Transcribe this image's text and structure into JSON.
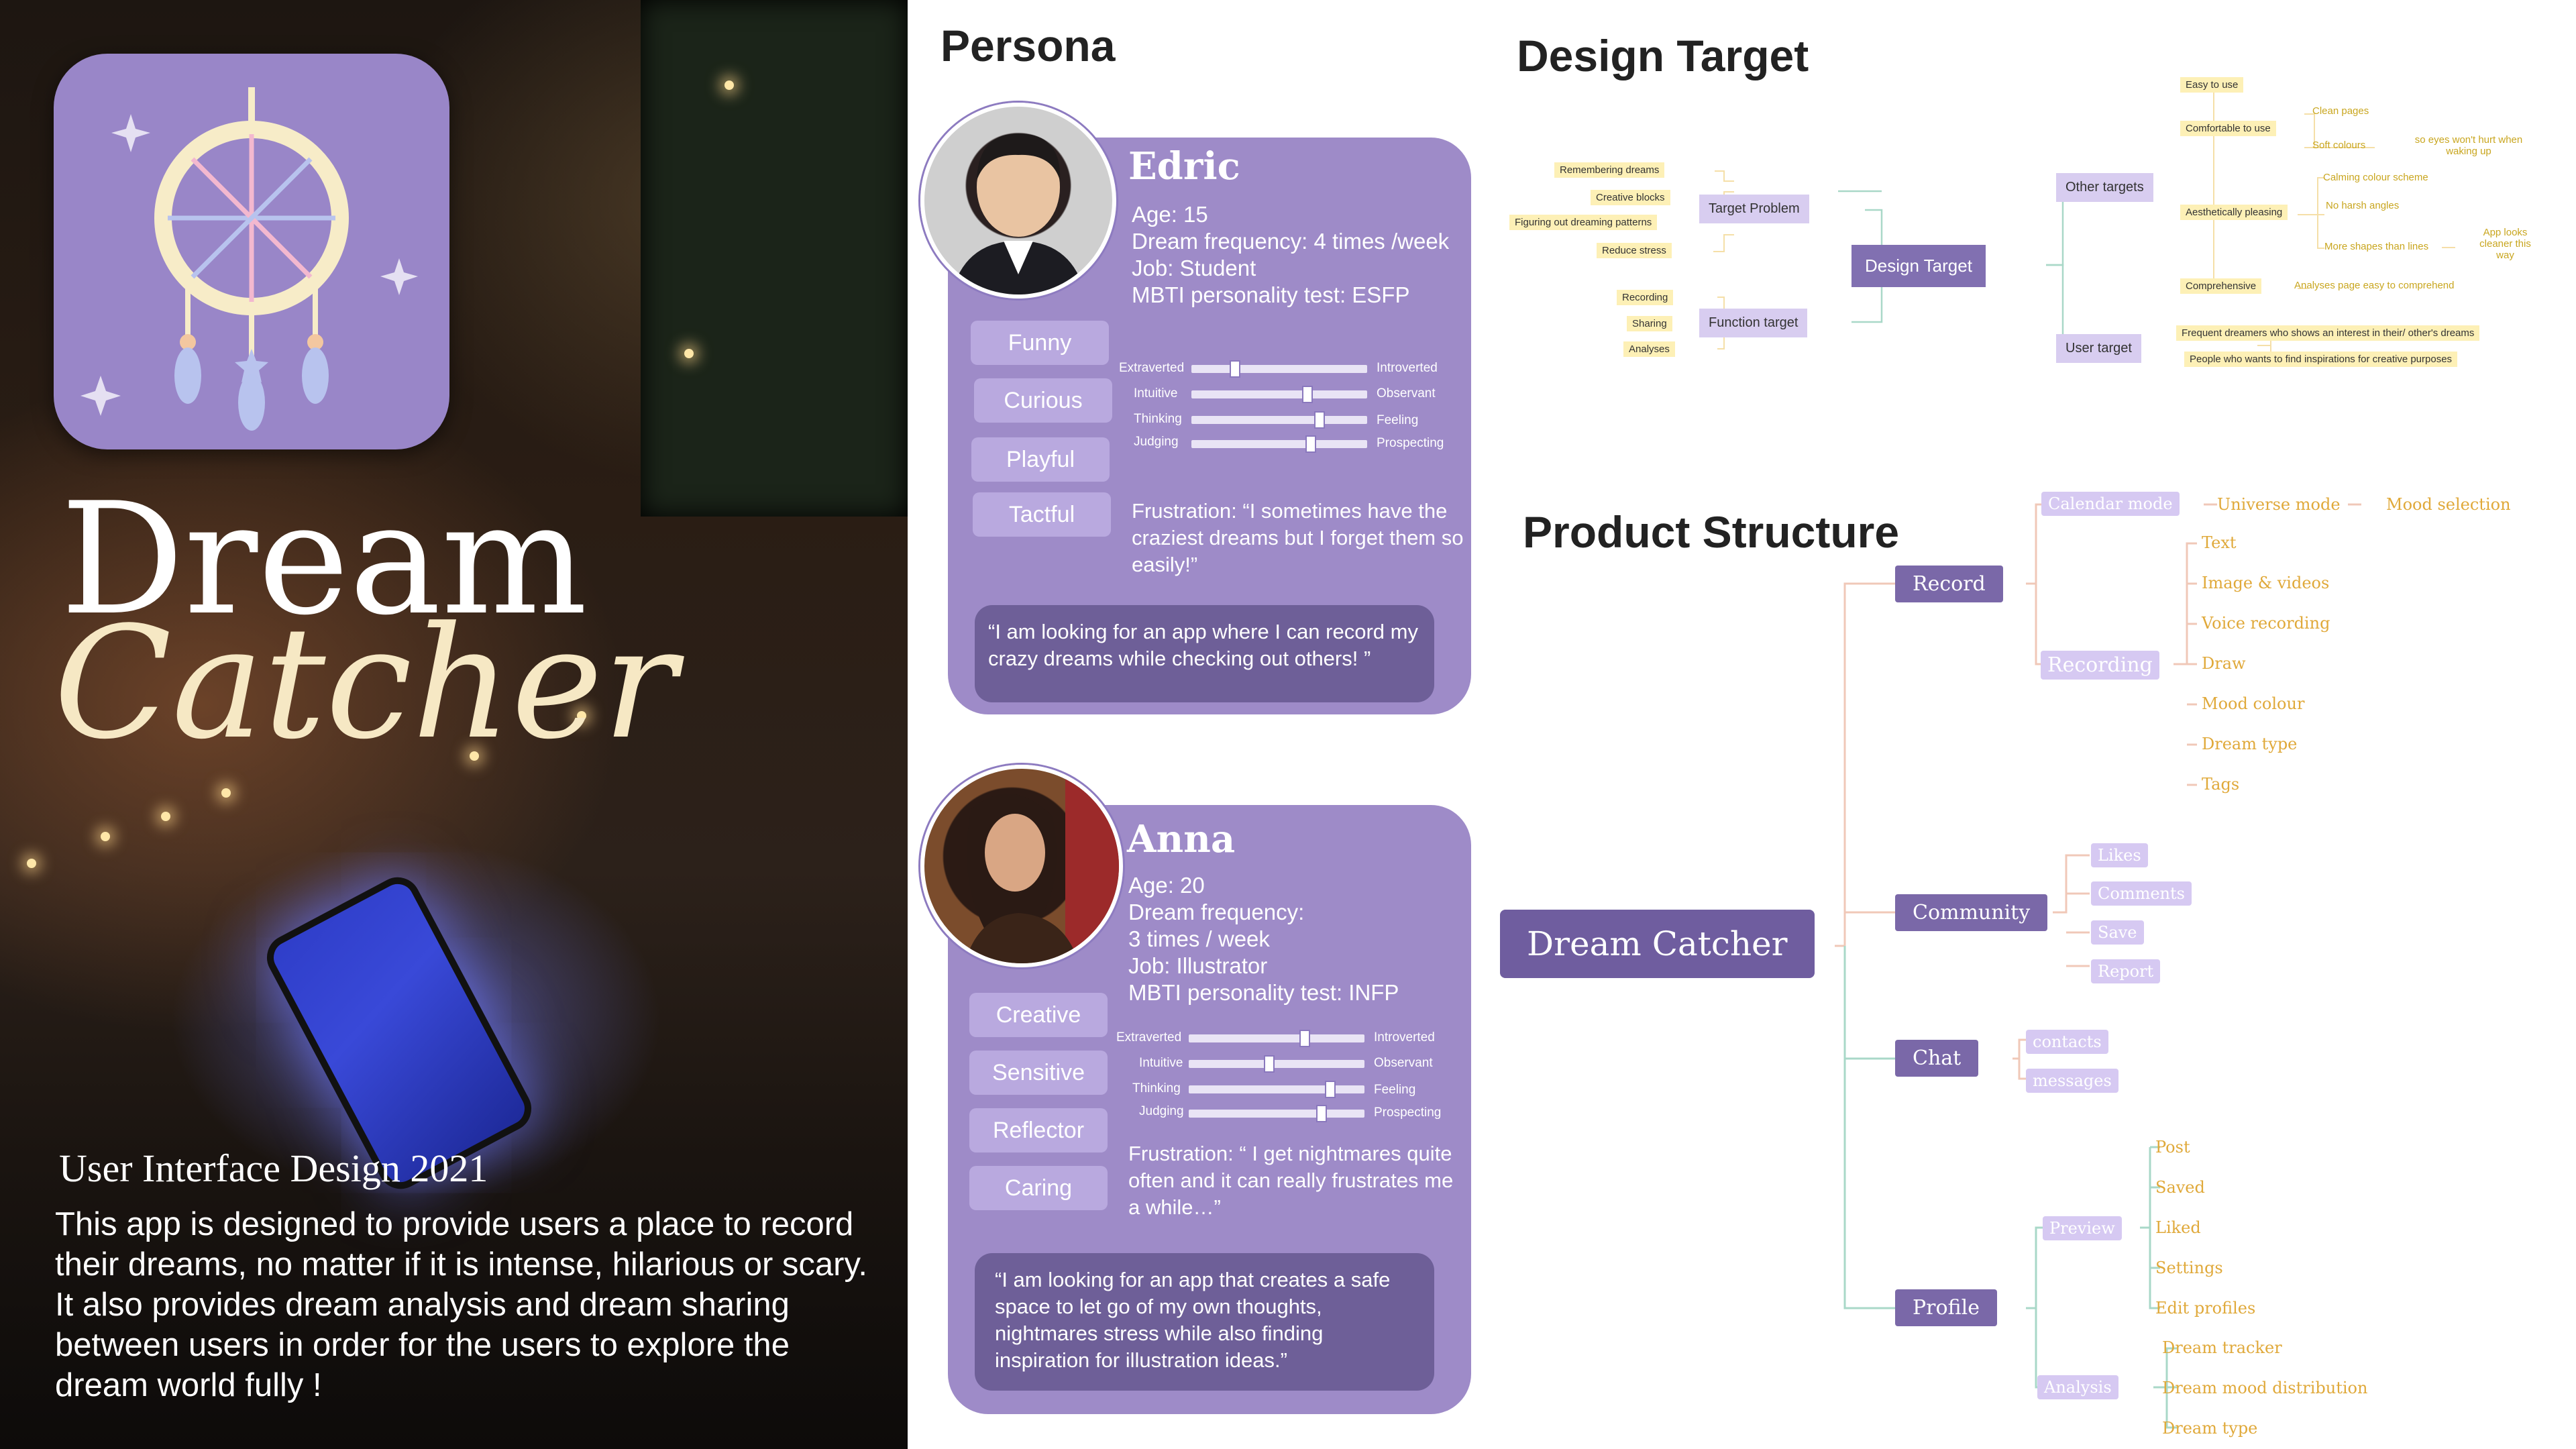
{
  "hero": {
    "title_line1": "Dream",
    "title_line2": "Catcher",
    "subtitle": "User Interface Design 2021",
    "description": "This app is designed to provide users a place to record their dreams, no matter if it is intense, hilarious or scary. It also provides dream analysis and dream sharing between users  in order for the users to explore the dream world fully !"
  },
  "persona": {
    "heading": "Persona",
    "people": [
      {
        "name": "Edric",
        "info": [
          "Age: 15",
          "Dream frequency: 4 times /week",
          "Job: Student",
          "MBTI personality test: ESFP"
        ],
        "traits": [
          "Funny",
          "Curious",
          "Playful",
          "Tactful"
        ],
        "sliders": [
          {
            "left": "Extraverted",
            "right": "Introverted",
            "value": 0.22
          },
          {
            "left": "Intuitive",
            "right": "Observant",
            "value": 0.63
          },
          {
            "left": "Thinking",
            "right": "Feeling",
            "value": 0.7
          },
          {
            "left": "Judging",
            "right": "Prospecting",
            "value": 0.65
          }
        ],
        "frustration": "Frustration: “I sometimes have the craziest dreams but I forget them so easily!”",
        "quote": "“I am looking for an app where I can record my crazy dreams while checking out others! ”"
      },
      {
        "name": "Anna",
        "info": [
          "Age: 20",
          "Dream frequency:",
          "3 times / week",
          "Job: Illustrator",
          "MBTI personality test: INFP"
        ],
        "traits": [
          "Creative",
          "Sensitive",
          "Reflector",
          "Caring"
        ],
        "sliders": [
          {
            "left": "Extraverted",
            "right": "Introverted",
            "value": 0.63
          },
          {
            "left": "Intuitive",
            "right": "Observant",
            "value": 0.45
          },
          {
            "left": "Thinking",
            "right": "Feeling",
            "value": 0.78
          },
          {
            "left": "Judging",
            "right": "Prospecting",
            "value": 0.73
          }
        ],
        "frustration": "Frustration: “ I get nightmares quite often and it can really frustrates me a while…”",
        "quote": "“I am looking for an app that creates a safe space to let go of my own thoughts, nightmares stress while also finding inspiration for illustration ideas.”"
      }
    ]
  },
  "design_target": {
    "heading": "Design Target",
    "root": "Design Target",
    "target_problem": {
      "label": "Target Problem",
      "items": [
        "Remembering dreams",
        "Creative blocks",
        "Figuring out dreaming patterns",
        "Reduce stress"
      ]
    },
    "function_target": {
      "label": "Function target",
      "items": [
        "Recording",
        "Sharing",
        "Analyses"
      ]
    },
    "other_targets": {
      "label": "Other targets",
      "easy": "Easy to use",
      "comfortable": "Comfortable to use",
      "clean": "Clean pages",
      "soft": "Soft colours",
      "eyes": "so eyes won't hurt when waking up",
      "aesthetic": "Aesthetically pleasing",
      "calming": "Calming colour scheme",
      "no_harsh": "No harsh angles",
      "shapes": "More shapes than lines",
      "cleaner": "App looks cleaner this way",
      "comprehensive": "Comprehensive",
      "analyses_page": "Analyses page easy to comprehend"
    },
    "user_target": {
      "label": "User target",
      "items": [
        "Frequent dreamers who shows an interest in their/ other's dreams",
        "People who wants to find inspirations for creative purposes"
      ]
    }
  },
  "product_structure": {
    "heading": "Product Structure",
    "root": "Dream Catcher",
    "record": {
      "label": "Record",
      "calendar": "Calendar mode",
      "universe": "Universe mode",
      "mood_selection": "Mood selection",
      "recording": "Recording",
      "items": [
        "Text",
        "Image & videos",
        "Voice recording",
        "Draw",
        "Mood colour",
        "Dream type",
        "Tags"
      ]
    },
    "community": {
      "label": "Community",
      "items": [
        "Likes",
        "Comments",
        "Save",
        "Report"
      ]
    },
    "chat": {
      "label": "Chat",
      "items": [
        "contacts",
        "messages"
      ]
    },
    "profile": {
      "label": "Profile",
      "preview": "Preview",
      "preview_items": [
        "Post",
        "Saved",
        "Liked",
        "Settings",
        "Edit profiles"
      ],
      "analysis": "Analysis",
      "analysis_items": [
        "Dream tracker",
        "Dream mood distribution",
        "Dream type"
      ]
    }
  },
  "colors": {
    "accent_purple": "#9e8bc8",
    "dark_purple": "#7a68a8",
    "yellow_highlight": "#fdf0b6",
    "line_green": "#a9d8c8",
    "line_pink": "#f0c8b8"
  }
}
